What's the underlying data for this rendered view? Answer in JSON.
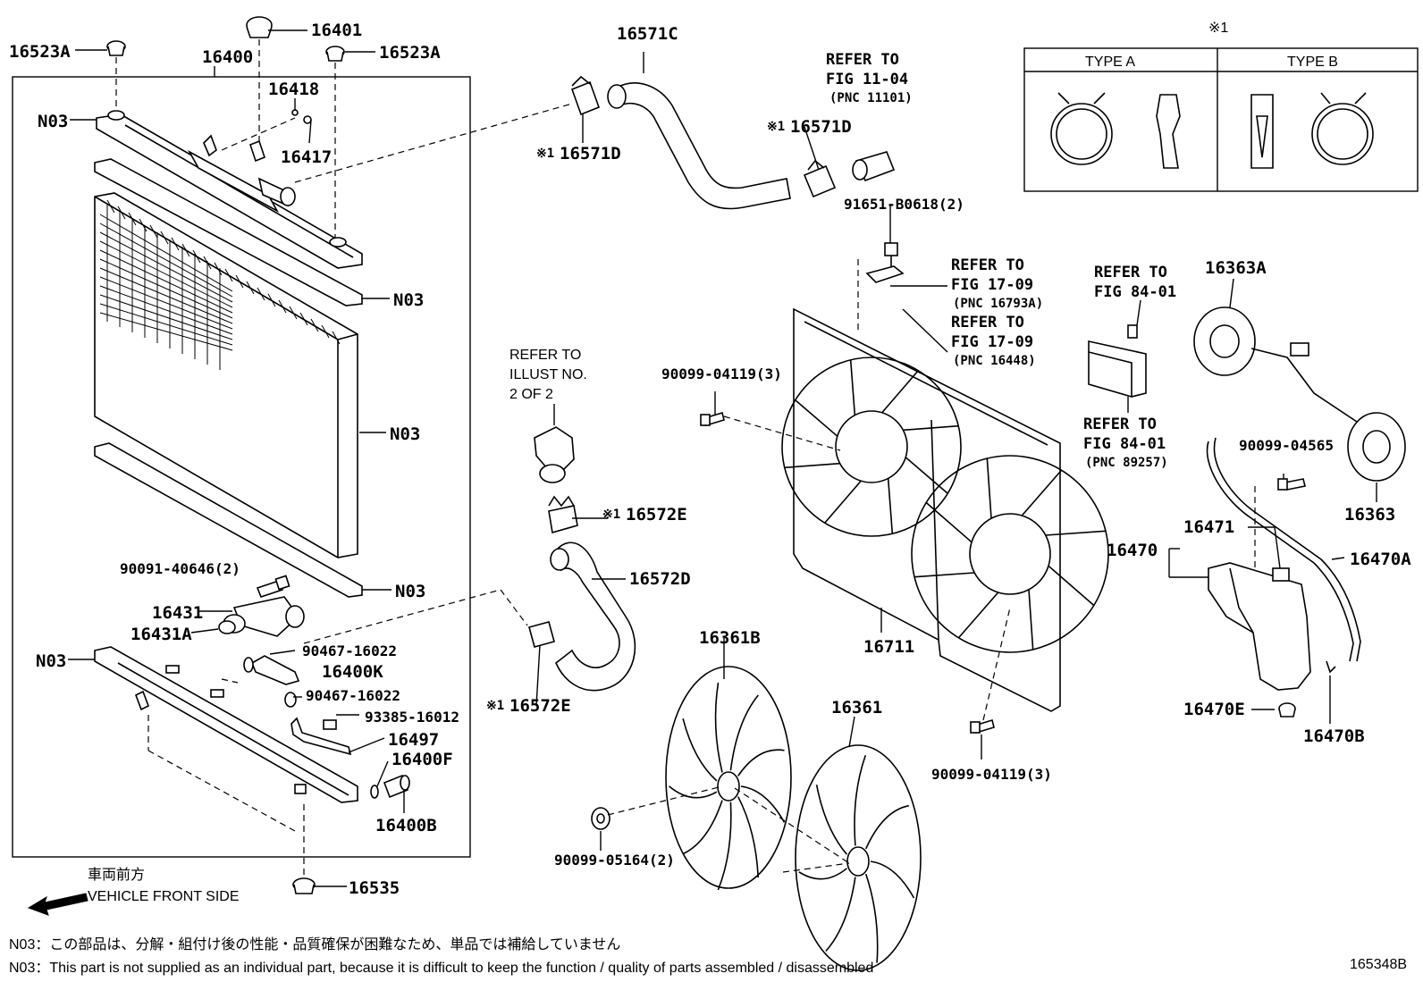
{
  "labels": {
    "l16523A_left": "16523A",
    "l16401": "16401",
    "l16523A_right": "16523A",
    "l16400": "16400",
    "l16418": "16418",
    "l16417": "16417",
    "lN03_a": "N03",
    "lN03_b": "N03",
    "lN03_c": "N03",
    "lN03_d": "N03",
    "lN03_e": "N03",
    "l90091": "90091-40646(2)",
    "l16431": "16431",
    "l16431A": "16431A",
    "l90467a": "90467-16022",
    "l16400K": "16400K",
    "l90467b": "90467-16022",
    "l93385": "93385-16012",
    "l16497": "16497",
    "l16400F": "16400F",
    "l16400B": "16400B",
    "l16535": "16535",
    "l16571C": "16571C",
    "l16571D_a": "16571D",
    "l16571D_b": "16571D",
    "l16572E_a": "16572E",
    "l16572D": "16572D",
    "l16572E_b": "16572E",
    "l91651": "91651-B0618(2)",
    "l90099_a": "90099-04119(3)",
    "l90099_b": "90099-04119(3)",
    "l16711": "16711",
    "l16361B": "16361B",
    "l16361": "16361",
    "l90099_05164": "90099-05164(2)",
    "l16363A": "16363A",
    "l16363": "16363",
    "l90099_04565": "90099-04565",
    "l16471": "16471",
    "l16470": "16470",
    "l16470A": "16470A",
    "l16470E": "16470E",
    "l16470B": "16470B",
    "mark": "※1"
  },
  "refs": {
    "r1_l1": "REFER TO",
    "r1_l2": "FIG 11-04",
    "r1_l3": "(PNC 11101)",
    "r2_l1": "REFER TO",
    "r2_l2": "FIG 17-09",
    "r2_l3": "(PNC 16793A)",
    "r3_l1": "REFER TO",
    "r3_l2": "FIG 17-09",
    "r3_l3": "(PNC 16448)",
    "r4_l1": "REFER TO",
    "r4_l2": "FIG 84-01",
    "r5_l1": "REFER TO",
    "r5_l2": "FIG 84-01",
    "r5_l3": "(PNC 89257)",
    "r6_l1": "REFER TO",
    "r6_l2": "ILLUST NO.",
    "r6_l3": "2 OF 2"
  },
  "type_box": {
    "mark": "※1",
    "type_a": "TYPE A",
    "type_b": "TYPE B"
  },
  "direction": {
    "jp": "車両前方",
    "en": "VEHICLE FRONT SIDE"
  },
  "notes": {
    "jp": "N03：この部品は、分解・組付け後の性能・品質確保が困難なため、単品では補給していません",
    "en": "N03：This part is not supplied as an individual part, because it is difficult to keep the function / quality of parts assembled / disassembled"
  },
  "figure_number": "165348B"
}
